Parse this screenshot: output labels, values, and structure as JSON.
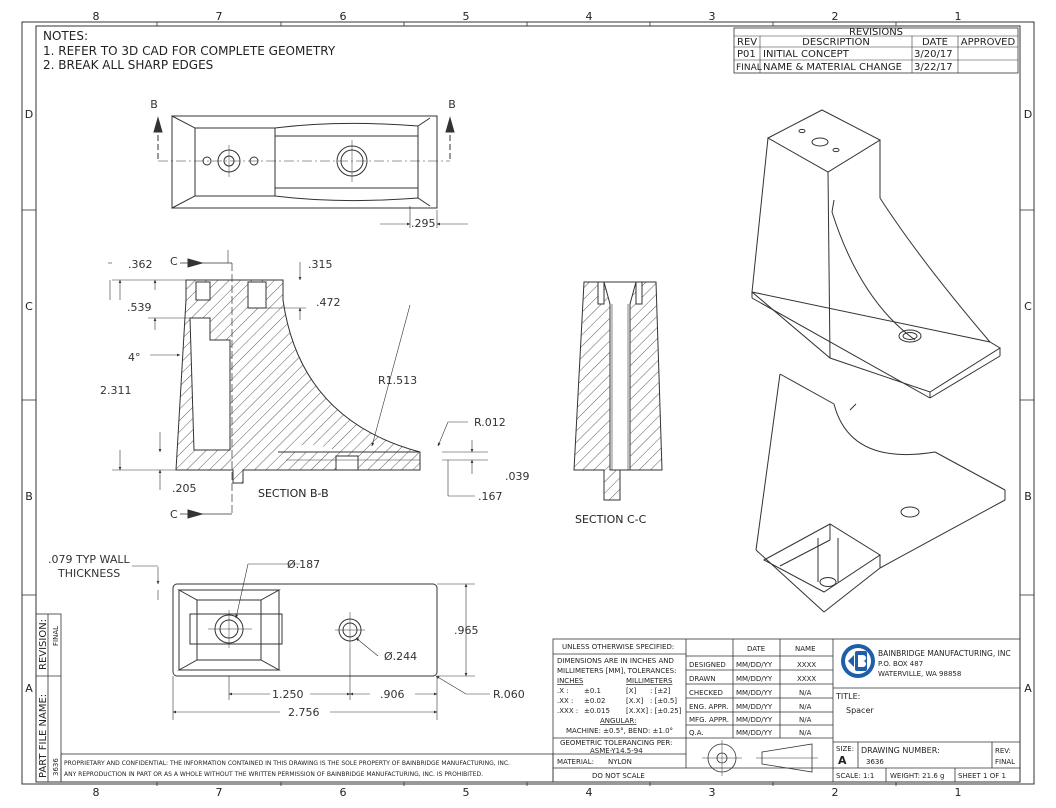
{
  "zones": {
    "columns": [
      "8",
      "7",
      "6",
      "5",
      "4",
      "3",
      "2",
      "1"
    ],
    "rows": [
      "D",
      "C",
      "B",
      "A"
    ]
  },
  "notes": {
    "title": "NOTES:",
    "items": [
      "1.  REFER TO 3D CAD FOR COMPLETE GEOMETRY",
      "2.  BREAK ALL SHARP EDGES"
    ]
  },
  "revisions": {
    "title": "REVISIONS",
    "headers": [
      "REV",
      "DESCRIPTION",
      "DATE",
      "APPROVED"
    ],
    "rows": [
      [
        "P01",
        "INITIAL CONCEPT",
        "3/20/17",
        ""
      ],
      [
        "FINAL",
        "NAME & MATERIAL CHANGE",
        "3/22/17",
        ""
      ]
    ]
  },
  "views": {
    "section_bb": "SECTION B-B",
    "section_cc": "SECTION C-C",
    "cut_b": "B",
    "cut_c": "C"
  },
  "dims": {
    "d295": ".295",
    "d362": ".362",
    "d539": ".539",
    "d315": ".315",
    "d472": ".472",
    "d4deg": "4°",
    "d2311": "2.311",
    "r1513": "R1.513",
    "r012": "R.012",
    "d039": ".039",
    "d205": ".205",
    "d167": ".167",
    "wall1": ".079 TYP WALL",
    "wall2": "THICKNESS",
    "dia187": "Ø.187",
    "dia244": "Ø.244",
    "d965": ".965",
    "d1250": "1.250",
    "d906": ".906",
    "d2756": "2.756",
    "r060": "R.060"
  },
  "title_block": {
    "unless": "UNLESS OTHERWISE SPECIFIED:",
    "dims_are": "DIMENSIONS ARE IN INCHES AND",
    "mm": "MILLIMETERS [MM], TOLERANCES:",
    "inches": "INCHES",
    "millimeters": "MILLIMETERS",
    "tol": [
      [
        ".X :",
        "±0.1",
        "[X]",
        ": [±2]"
      ],
      [
        ".XX :",
        "±0.02",
        "[X.X]",
        ": [±0.5]"
      ],
      [
        ".XXX :",
        "±0.015",
        "[X.XX]",
        ": [±0.25]"
      ]
    ],
    "angular": "ANGULAR:",
    "machine": "MACHINE: ±0.5°,  BEND: ±1.0°",
    "gdt1": "GEOMETRIC TOLERANCING PER:",
    "gdt2": "ASME-Y14.5-94",
    "material_label": "MATERIAL:",
    "material": "NYLON",
    "do_not_scale": "DO NOT SCALE",
    "col_date": "DATE",
    "col_name": "NAME",
    "sign_rows": [
      [
        "DESIGNED",
        "MM/DD/YY",
        "XXXX"
      ],
      [
        "DRAWN",
        "MM/DD/YY",
        "XXXX"
      ],
      [
        "CHECKED",
        "MM/DD/YY",
        "N/A"
      ],
      [
        "ENG. APPR.",
        "MM/DD/YY",
        "N/A"
      ],
      [
        "MFG. APPR.",
        "MM/DD/YY",
        "N/A"
      ],
      [
        "Q.A.",
        "MM/DD/YY",
        "N/A"
      ]
    ],
    "company": "BAINBRIDGE MANUFACTURING, INC",
    "po": "P.O. BOX 487",
    "city": "WATERVILLE, WA 98858",
    "title_label": "TITLE:",
    "title": "Spacer",
    "size_label": "SIZE:",
    "size": "A",
    "dwg_label": "DRAWING NUMBER:",
    "dwg": "3636",
    "rev_label": "REV:",
    "rev": "FINAL",
    "scale": "SCALE: 1:1",
    "weight": "WEIGHT: 21.6 g",
    "sheet": "SHEET 1 OF 1",
    "revision_side_label": "REVISION:",
    "revision_side_value": "FINAL",
    "partfile_label": "PART FILE NAME:",
    "partfile_value": "3636",
    "prop1": "PROPRIETARY AND CONFIDENTIAL: THE INFORMATION CONTAINED IN THIS DRAWING IS THE SOLE PROPERTY OF BAINBRIDGE MANUFACTURING, INC.",
    "prop2": "ANY REPRODUCTION IN PART OR AS A WHOLE WITHOUT THE WRITTEN PERMISSION OF BAINBRIDGE MANUFACTURING, INC. IS PROHIBITED."
  }
}
